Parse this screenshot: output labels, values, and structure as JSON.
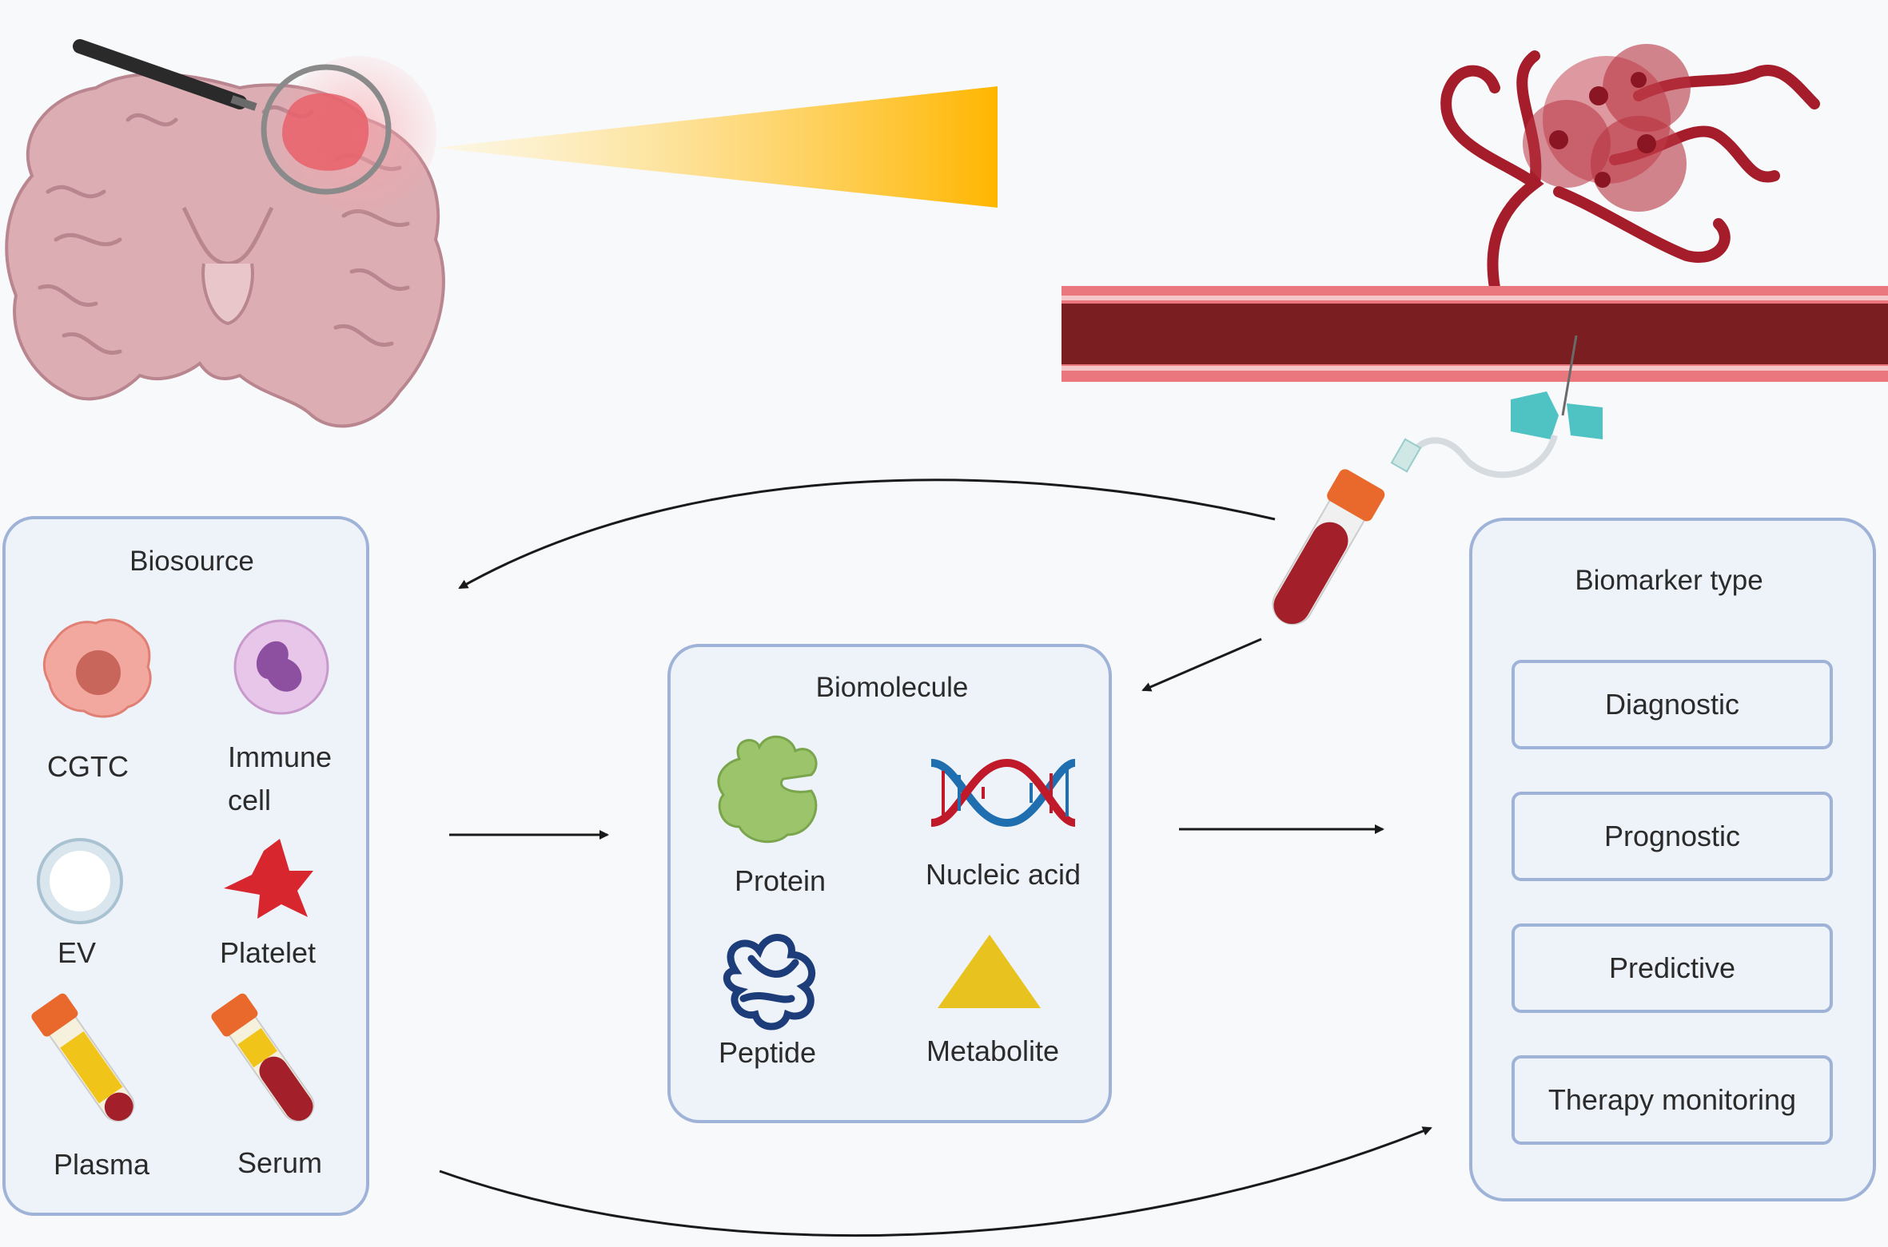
{
  "biosource": {
    "title": "Biosource",
    "items": {
      "cgtc": "CGTC",
      "immune_line1": "Immune",
      "immune_line2": "cell",
      "ev": "EV",
      "platelet": "Platelet",
      "plasma": "Plasma",
      "serum": "Serum"
    }
  },
  "biomolecule": {
    "title": "Biomolecule",
    "items": {
      "protein": "Protein",
      "nucleic_acid": "Nucleic acid",
      "peptide": "Peptide",
      "metabolite": "Metabolite"
    }
  },
  "biomarker_type": {
    "title": "Biomarker type",
    "items": [
      "Diagnostic",
      "Prognostic",
      "Predictive",
      "Therapy monitoring"
    ]
  },
  "colors": {
    "panel_fill": "#eef2f9",
    "panel_stroke": "#9fb3d8",
    "vessel": "#7b1e22",
    "vessel_wall": "#e06a70",
    "brain": "#d9a9b0",
    "tumor": "#b6323b",
    "beam": "#ffb600",
    "metabolite": "#e8c31f",
    "protein": "#9bc46b",
    "peptide": "#1d3c7a",
    "tube_cap": "#e8692b",
    "blood": "#a31f2a",
    "plasma": "#f0c419"
  },
  "icons": [
    "brain-icon",
    "magnifier-icon",
    "light-beam-icon",
    "tumor-icon",
    "blood-vessel-icon",
    "butterfly-needle-icon",
    "blood-tube-icon",
    "cell-icon",
    "immune-cell-icon",
    "vesicle-icon",
    "platelet-icon",
    "plasma-tube-icon",
    "serum-tube-icon",
    "protein-icon",
    "dna-icon",
    "peptide-icon",
    "triangle-icon"
  ]
}
